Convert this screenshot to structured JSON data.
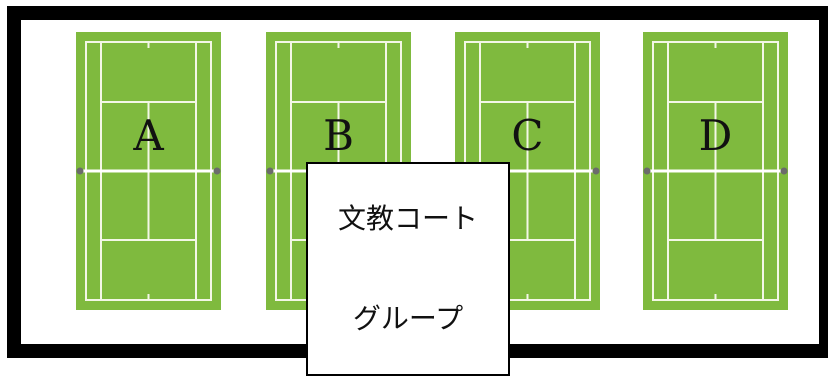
{
  "courts": [
    {
      "label": "A"
    },
    {
      "label": "B"
    },
    {
      "label": "C"
    },
    {
      "label": "D"
    }
  ],
  "sign": {
    "line1": "文教コート",
    "line2": "グループ"
  },
  "colors": {
    "frame": "#000000",
    "court_grass": "#7fba3e",
    "court_lines": "#f3f7e6",
    "net": "#ffffff",
    "post": "#6b6b6b"
  }
}
